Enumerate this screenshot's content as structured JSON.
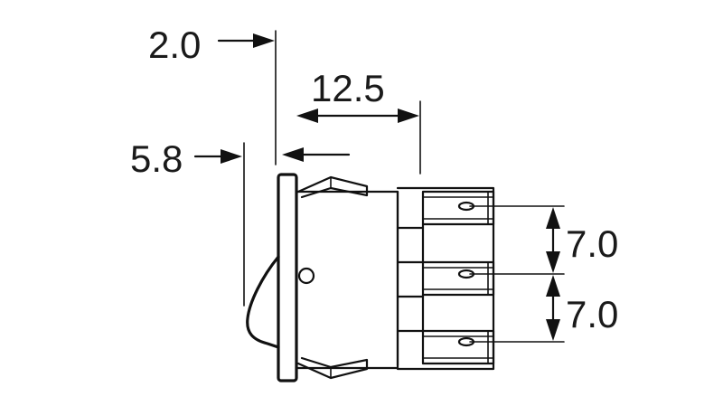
{
  "dimensions": {
    "top_offset": "2.0",
    "body_depth": "12.5",
    "rocker_offset": "5.8",
    "pitch_upper": "7.0",
    "pitch_lower": "7.0"
  },
  "colors": {
    "line": "#111111",
    "text": "#1a1a1a",
    "background": "#ffffff"
  }
}
